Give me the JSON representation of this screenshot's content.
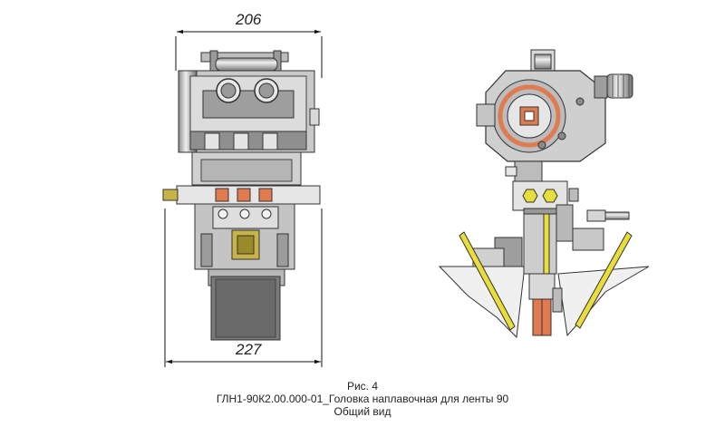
{
  "figure": {
    "dimensions": {
      "top_width": "206",
      "bottom_width": "227"
    },
    "caption": {
      "number": "Рис. 4",
      "title": "ГЛН1-90К2.00.000-01_Головка наплавочная для ленты 90",
      "subtitle": "Общий вид"
    },
    "colors": {
      "metal_light": "#d4d4d4",
      "metal_mid": "#a8a8a8",
      "metal_dark": "#6b6b6b",
      "copper": "#e07a4f",
      "brass": "#c8b446",
      "yellow": "#e9dd3b"
    }
  }
}
